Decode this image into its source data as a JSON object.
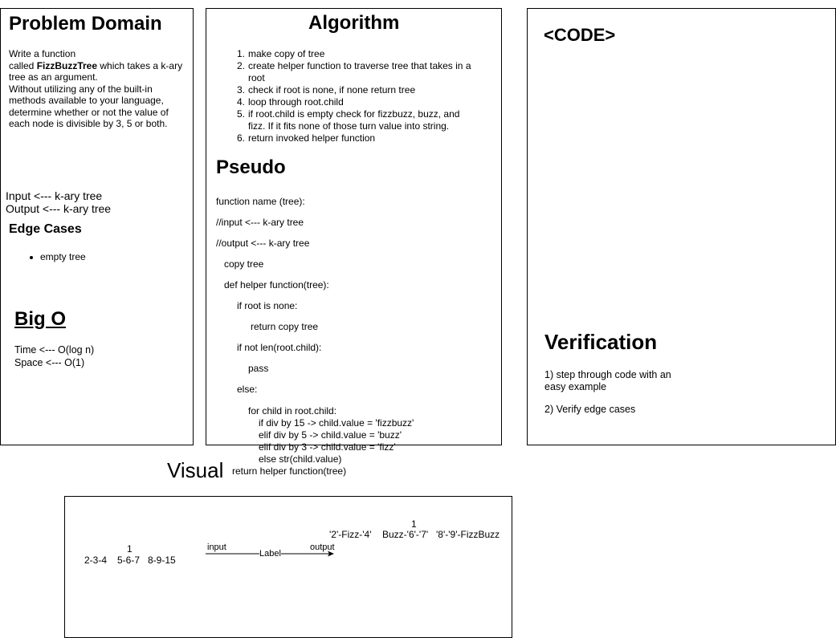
{
  "problem_domain": {
    "title": "Problem Domain",
    "desc_line1": "Write a function",
    "desc_called": "called ",
    "function_name": "FizzBuzzTree",
    "desc_after_name": " which takes a k-ary",
    "desc_line3": "tree as an argument.",
    "desc_line4": "Without utilizing any of the built-in",
    "desc_line5": "methods available to your language,",
    "desc_line6": "determine whether or not the value of",
    "desc_line7": "each node is divisible by 3, 5 or both.",
    "input": "Input <--- k-ary tree",
    "output": "Output <--- k-ary tree",
    "edge_cases_title": "Edge Cases",
    "edge_cases": [
      "empty tree"
    ],
    "big_o_title": "Big O",
    "time": "Time <--- O(log n)",
    "space": "Space <--- O(1)"
  },
  "algorithm": {
    "title": "Algorithm",
    "steps": [
      {
        "n": "1.",
        "lines": [
          "make copy of tree"
        ]
      },
      {
        "n": "2.",
        "lines": [
          "create helper function to traverse tree that takes in a",
          "root"
        ]
      },
      {
        "n": "3.",
        "lines": [
          "check if root is none,  if none return tree"
        ]
      },
      {
        "n": "4.",
        "lines": [
          "loop through root.child"
        ]
      },
      {
        "n": "5.",
        "lines": [
          "if root.child is empty check for fizzbuzz, buzz, and",
          "fizz. If it fits none of those turn value into string."
        ]
      },
      {
        "n": "6.",
        "lines": [
          "return invoked helper function"
        ]
      }
    ]
  },
  "pseudo": {
    "title": "Pseudo",
    "lines": [
      "function name (tree):",
      "//input <--- k-ary tree",
      "//output <--- k-ary tree",
      "copy tree",
      "def helper function(tree):",
      "if root is none:",
      "return copy tree",
      "if not len(root.child):",
      "pass",
      "else:",
      "for child in root.child:",
      "if div by 15 -> child.value = 'fizzbuzz'",
      "elif div by 5 -> child.value = 'buzz'",
      "elif div by 3 -> child.value = 'fizz'",
      "else str(child.value)",
      "return helper function(tree)"
    ]
  },
  "code": {
    "title": "<CODE>"
  },
  "verification": {
    "title": "Verification",
    "step1_line1": "1) step through code with an",
    "step1_line2": "easy example",
    "step2": "2) Verify edge cases"
  },
  "visual": {
    "title": "Visual",
    "input_root": "1",
    "input_children": [
      "2-3-4",
      "5-6-7",
      "8-9-15"
    ],
    "edge_input": "input",
    "edge_label": "Label",
    "edge_output": "output",
    "output_root": "1",
    "output_children": [
      "'2'-Fizz-'4'",
      "Buzz-'6'-'7'",
      "'8'-'9'-FizzBuzz"
    ]
  }
}
